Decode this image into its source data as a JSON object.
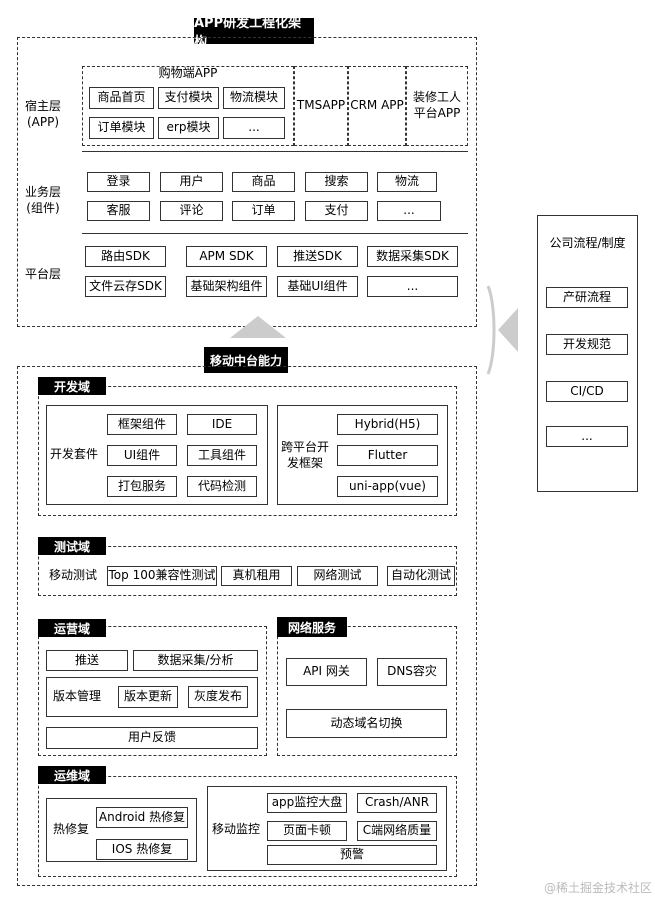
{
  "title": "APP研发工程化架构",
  "top": {
    "host_layer": {
      "label": "宿主层\n(APP)",
      "shop_app": {
        "title": "购物端APP",
        "modules": [
          "商品首页",
          "支付模块",
          "物流模块",
          "订单模块",
          "erp模块",
          "..."
        ]
      },
      "other_apps": [
        "TMSAPP",
        "CRM APP",
        "装修工人\n平台APP"
      ]
    },
    "business_layer": {
      "label": "业务层\n(组件)",
      "items": [
        "登录",
        "用户",
        "商品",
        "搜索",
        "物流",
        "客服",
        "评论",
        "订单",
        "支付",
        "..."
      ]
    },
    "platform_layer": {
      "label": "平台层",
      "items": [
        "路由SDK",
        "APM SDK",
        "推送SDK",
        "数据采集SDK",
        "文件云存SDK",
        "基础架构组件",
        "基础UI组件",
        "..."
      ]
    }
  },
  "company": {
    "title": "公司流程/制度",
    "items": [
      "产研流程",
      "开发规范",
      "CI/CD",
      "..."
    ]
  },
  "middle": {
    "title": "移动中台能力",
    "dev": {
      "tag": "开发域",
      "kit_label": "开发套件",
      "kit_items": [
        "框架组件",
        "IDE",
        "UI组件",
        "工具组件",
        "打包服务",
        "代码检测"
      ],
      "cross_label": "跨平台开\n发框架",
      "cross_items": [
        "Hybrid(H5)",
        "Flutter",
        "uni-app(vue)"
      ]
    },
    "test": {
      "tag": "测试域",
      "label": "移动测试",
      "items": [
        "Top 100兼容性测试",
        "真机租用",
        "网络测试",
        "自动化测试"
      ]
    },
    "ops": {
      "tag": "运营域",
      "push": "推送",
      "data": "数据采集/分析",
      "version_label": "版本管理",
      "version_items": [
        "版本更新",
        "灰度发布"
      ],
      "feedback": "用户反馈"
    },
    "network": {
      "tag": "网络服务",
      "items": [
        "API 网关",
        "DNS容灾",
        "动态域名切换"
      ]
    },
    "maint": {
      "tag": "运维域",
      "hotfix_label": "热修复",
      "hotfix_items": [
        "Android 热修复",
        "IOS 热修复"
      ],
      "monitor_label": "移动监控",
      "monitor_items": [
        "app监控大盘",
        "Crash/ANR",
        "页面卡顿",
        "C端网络质量",
        "预警"
      ]
    }
  },
  "watermark": "@稀土掘金技术社区",
  "colors": {
    "tag_bg": "#000000",
    "arrow": "#cccccc"
  }
}
